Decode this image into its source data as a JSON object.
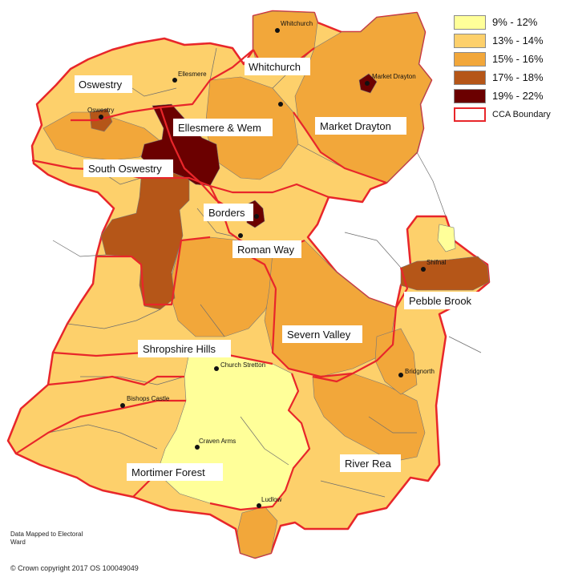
{
  "legend": {
    "items": [
      {
        "label": "9% - 12%",
        "color": "#ffff99"
      },
      {
        "label": "13% - 14%",
        "color": "#fdd06b"
      },
      {
        "label": "15% - 16%",
        "color": "#f2a73a"
      },
      {
        "label": "17% - 18%",
        "color": "#b55618"
      },
      {
        "label": "19% - 22%",
        "color": "#6b0000"
      }
    ],
    "boundary_label": "CCA Boundary",
    "boundary_color": "#e8262a"
  },
  "regions": {
    "oswestry": "Oswestry",
    "whitchurch": "Whitchurch",
    "ellesmere_wem": "Ellesmere & Wem",
    "market_drayton": "Market Drayton",
    "south_oswestry": "South Oswestry",
    "borders": "Borders",
    "roman_way": "Roman Way",
    "pebble_brook": "Pebble Brook",
    "severn_valley": "Severn Valley",
    "shropshire_hills": "Shropshire Hills",
    "mortimer_forest": "Mortimer Forest",
    "river_rea": "River Rea"
  },
  "towns": {
    "whitchurch": "Whitchurch",
    "ellesmere": "Ellesmere",
    "market_drayton": "Market Drayton",
    "oswestry": "Oswestry",
    "shifnal": "Shifnal",
    "church_stretton": "Church Stretton",
    "bridgnorth": "Bridgnorth",
    "bishops_castle": "Bishops Castle",
    "craven_arms": "Craven Arms",
    "ludlow": "Ludlow"
  },
  "note": "Data Mapped to Electoral Ward",
  "copyright": "© Crown copyright 2017 OS 100049049"
}
